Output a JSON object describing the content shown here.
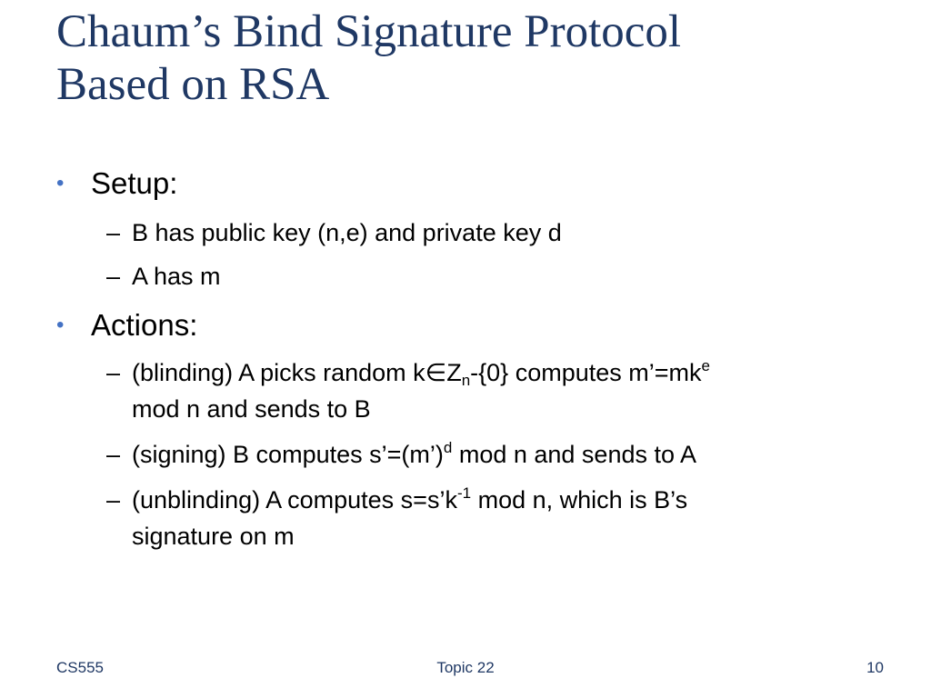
{
  "slide": {
    "title_line1": "Chaum’s Bind Signature Protocol",
    "title_line2": "Based on RSA",
    "bullet_symbol": "•",
    "dash_symbol": "–",
    "setup": {
      "heading": "Setup:",
      "item1": "B has public key (n,e) and private key d",
      "item2": "A has m"
    },
    "actions": {
      "heading": "Actions:",
      "blinding": {
        "a": "(blinding) A picks random k",
        "member": "∈",
        "b": "Z",
        "sub_n": "n",
        "c": "-{0} computes m’=mk",
        "sup_e": "e",
        "line2": "mod n and sends to B"
      },
      "signing": {
        "a": "(signing) B computes s’=(m’)",
        "sup_d": "d",
        "b": " mod n and sends to A"
      },
      "unblinding": {
        "a": "(unblinding) A computes s=s’k",
        "sup_neg1": "-1",
        "b": " mod n, which is B’s",
        "line2": "signature on m"
      }
    }
  },
  "footer": {
    "left": "CS555",
    "center": "Topic 22",
    "right": "10"
  },
  "colors": {
    "title": "#1f3864",
    "bullet": "#4472c4",
    "footer": "#1f3864"
  }
}
